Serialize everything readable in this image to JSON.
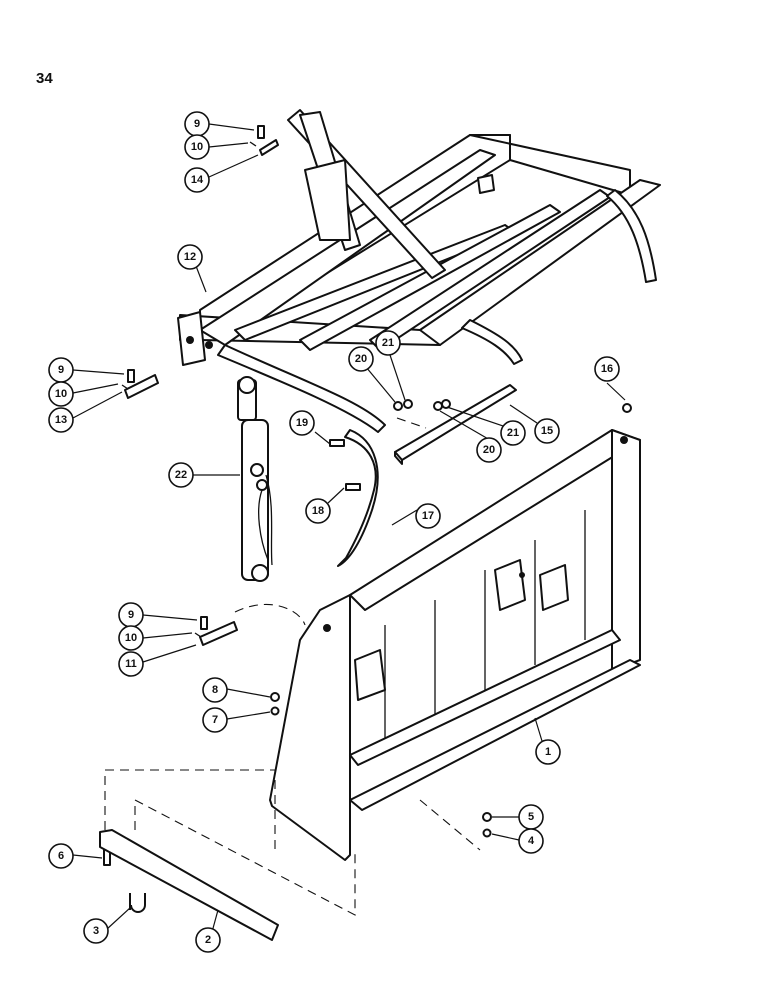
{
  "page": {
    "number": "34"
  },
  "colors": {
    "ink": "#111111",
    "paper": "#ffffff"
  },
  "callouts": [
    {
      "id": "c9a",
      "label": "9"
    },
    {
      "id": "c10a",
      "label": "10"
    },
    {
      "id": "c14",
      "label": "14"
    },
    {
      "id": "c12",
      "label": "12"
    },
    {
      "id": "c9b",
      "label": "9"
    },
    {
      "id": "c10b",
      "label": "10"
    },
    {
      "id": "c13",
      "label": "13"
    },
    {
      "id": "c20a",
      "label": "20"
    },
    {
      "id": "c21a",
      "label": "21"
    },
    {
      "id": "c16",
      "label": "16"
    },
    {
      "id": "c19",
      "label": "19"
    },
    {
      "id": "c21b",
      "label": "21"
    },
    {
      "id": "c15",
      "label": "15"
    },
    {
      "id": "c20b",
      "label": "20"
    },
    {
      "id": "c22",
      "label": "22"
    },
    {
      "id": "c18",
      "label": "18"
    },
    {
      "id": "c17",
      "label": "17"
    },
    {
      "id": "c9c",
      "label": "9"
    },
    {
      "id": "c10c",
      "label": "10"
    },
    {
      "id": "c11",
      "label": "11"
    },
    {
      "id": "c8",
      "label": "8"
    },
    {
      "id": "c7",
      "label": "7"
    },
    {
      "id": "c1",
      "label": "1"
    },
    {
      "id": "c5",
      "label": "5"
    },
    {
      "id": "c4",
      "label": "4"
    },
    {
      "id": "c6",
      "label": "6"
    },
    {
      "id": "c3",
      "label": "3"
    },
    {
      "id": "c2",
      "label": "2"
    }
  ]
}
